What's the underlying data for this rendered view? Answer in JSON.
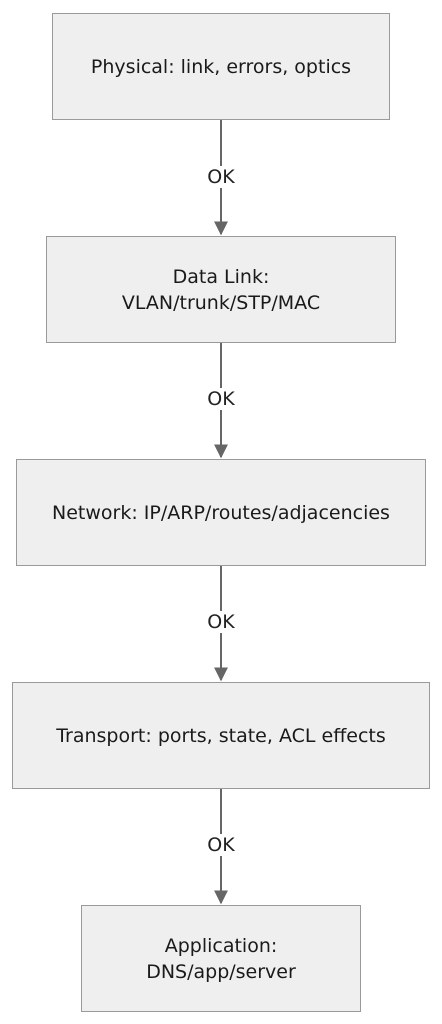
{
  "nodes": [
    {
      "id": "physical",
      "label": "Physical: link, errors, optics"
    },
    {
      "id": "data-link",
      "label": "Data Link: VLAN/trunk/STP/MAC"
    },
    {
      "id": "network",
      "label": "Network: IP/ARP/routes/adjacencies"
    },
    {
      "id": "transport",
      "label": "Transport: ports, state, ACL effects"
    },
    {
      "id": "application",
      "label": "Application: DNS/app/server"
    }
  ],
  "edges": [
    {
      "from": "physical",
      "to": "data-link",
      "label": "OK"
    },
    {
      "from": "data-link",
      "to": "network",
      "label": "OK"
    },
    {
      "from": "network",
      "to": "transport",
      "label": "OK"
    },
    {
      "from": "transport",
      "to": "application",
      "label": "OK"
    }
  ],
  "colors": {
    "node_fill": "#efefef",
    "node_border": "#9a9a9a",
    "edge": "#666666",
    "text": "#1a1a1a"
  }
}
